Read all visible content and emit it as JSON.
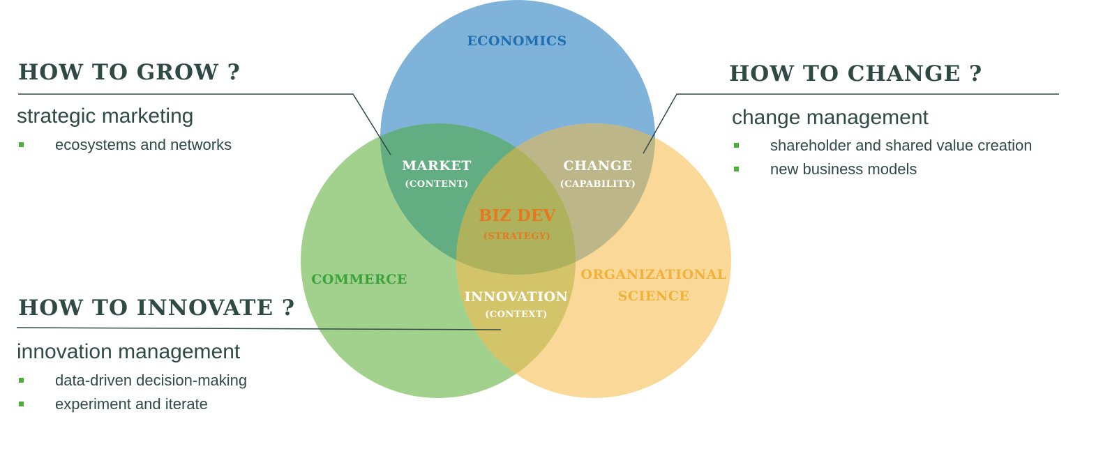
{
  "circles": {
    "economics": {
      "label": "ECONOMICS",
      "color": "#7fb3d9",
      "text_color": "#1f6fb0"
    },
    "commerce": {
      "label": "COMMERCE",
      "color": "#a2d08d",
      "text_color": "#3aa33a"
    },
    "org_science": {
      "label_line1": "ORGANIZATIONAL",
      "label_line2": "SCIENCE",
      "color": "#f9d898",
      "text_color": "#f2b23a"
    }
  },
  "overlaps": {
    "market": {
      "title": "MARKET",
      "subtitle": "(CONTENT)"
    },
    "change": {
      "title": "CHANGE",
      "subtitle": "(CAPABILITY)"
    },
    "innovation": {
      "title": "INNOVATION",
      "subtitle": "(CONTEXT)"
    },
    "center": {
      "title": "BIZ DEV",
      "subtitle": "(STRATEGY)",
      "color": "#e8781e"
    }
  },
  "panels": {
    "grow": {
      "heading": "HOW TO GROW ?",
      "subheading": "strategic marketing",
      "bullets": [
        "ecosystems and networks"
      ]
    },
    "change": {
      "heading": "HOW TO CHANGE ?",
      "subheading": "change management",
      "bullets": [
        "shareholder and shared value creation",
        "new business models"
      ]
    },
    "innovate": {
      "heading": "HOW TO INNOVATE ?",
      "subheading": "innovation management",
      "bullets": [
        "data-driven decision-making",
        "experiment and iterate"
      ]
    }
  },
  "colors": {
    "heading": "#2f4a45",
    "bullet": "#4caf3a",
    "line": "#2f4a45"
  }
}
